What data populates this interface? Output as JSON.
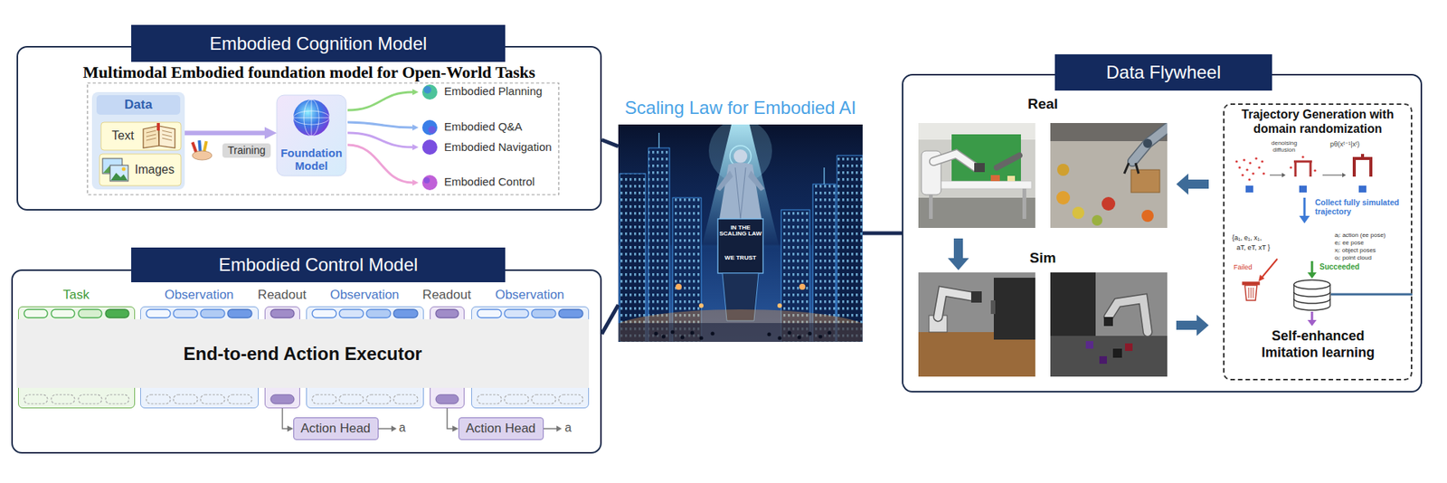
{
  "diagram": {
    "nodes": [
      {
        "text": [
          "Embodied Cognition Model",
          "Multimodal Embodied foundation model for Open-World Tasks"
        ]
      },
      {
        "text": [
          "Data"
        ],
        "in": 0
      },
      {
        "text": [
          "Text"
        ],
        "in": 1
      },
      {
        "text": [
          "Images"
        ],
        "in": 1
      },
      {
        "text": [
          "Foundation Model"
        ],
        "in": 0
      },
      {
        "text": [
          "Embodied Control Model"
        ]
      },
      {
        "text": [
          "Task"
        ],
        "in": 5
      },
      {
        "text": [
          "Observation"
        ],
        "in": 5
      },
      {
        "text": [
          "Readout"
        ],
        "in": 5
      },
      {
        "text": [
          "Observation"
        ],
        "in": 5
      },
      {
        "text": [
          "Readout"
        ],
        "in": 5
      },
      {
        "text": [
          "Observation"
        ],
        "in": 5
      },
      {
        "text": [
          "End-to-end Action Executor"
        ],
        "in": 5
      },
      {
        "text": [
          "Action Head"
        ],
        "in": 5
      },
      {
        "text": [
          "Action Head"
        ],
        "in": 5
      },
      {
        "text": [
          "Scaling Law for Embodied AI"
        ]
      },
      {
        "text": [
          "Data Flywheel"
        ]
      },
      {
        "text": [
          "Trajectory Generation with domain randomization"
        ],
        "in": 16
      }
    ],
    "edges": [
      {
        "from": 0,
        "to": 15,
        "arrow": "none"
      },
      {
        "from": 5,
        "to": 15,
        "arrow": "none"
      },
      {
        "from": 15,
        "to": 16,
        "arrow": "none"
      },
      {
        "from": 1,
        "to": 4,
        "label": "Training",
        "arrow": "to"
      },
      {
        "from": 8,
        "to": 13,
        "arrow": "to"
      },
      {
        "from": 10,
        "to": 14,
        "arrow": "to"
      }
    ],
    "labels": [
      "Embodied Planning",
      "Embodied Q&A",
      "Embodied Navigation",
      "Embodied Control",
      "a",
      "a",
      "IN THE SCALING LAW",
      "WE TRUST",
      "Real",
      "Sim",
      "denoising",
      "diffusion",
      "pθ(xᵗ⁻¹|xᵗ)",
      "Collect fully simulated trajectory",
      "{a₁, e₁, x₁,",
      "aT, eT, xT }",
      "aᵢ: action (ee pose)",
      "eᵢ: ee pose",
      "xᵢ: object poses",
      "oᵢ: point cloud",
      "Failed",
      "Succeeded",
      "Self-enhanced Imitation learning"
    ]
  }
}
